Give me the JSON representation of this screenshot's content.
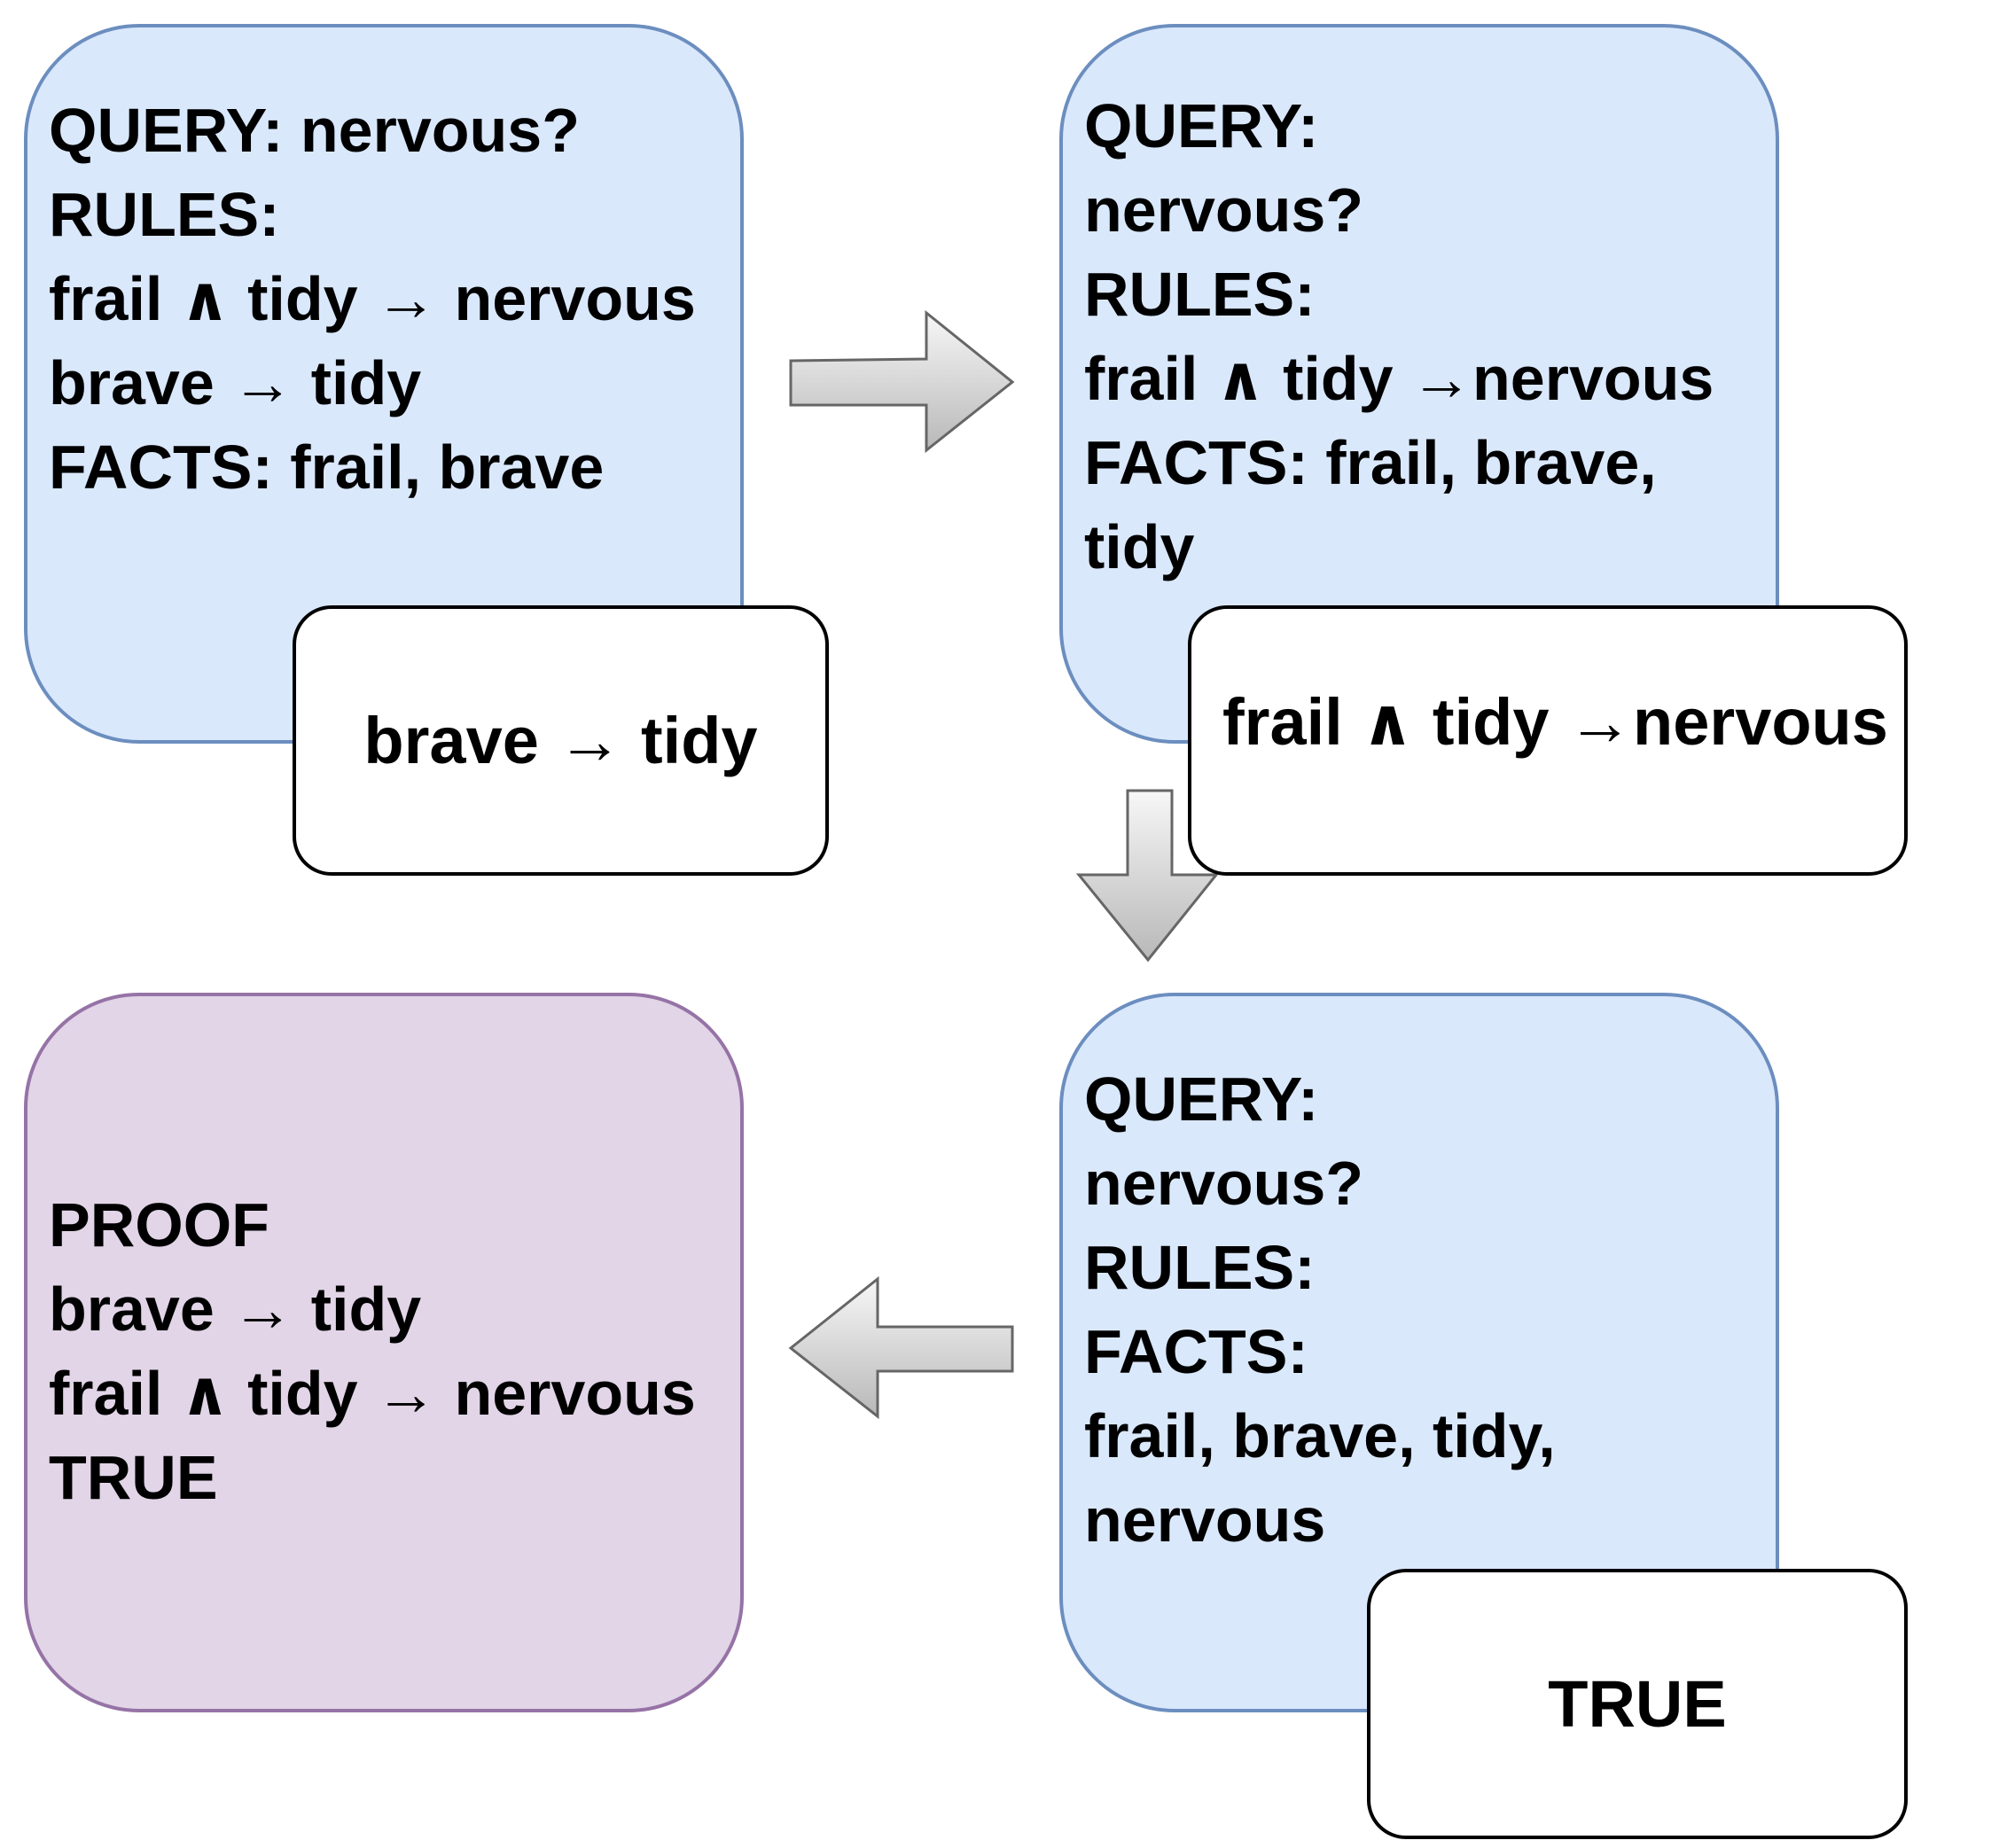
{
  "state1": {
    "lines": [
      "QUERY: nervous?",
      "RULES:",
      "frail ∧ tidy → nervous",
      "brave → tidy",
      "FACTS: frail, brave"
    ]
  },
  "step1": {
    "label": "brave → tidy"
  },
  "state2": {
    "lines": [
      "QUERY:",
      "nervous?",
      "RULES:",
      "frail ∧ tidy →nervous",
      "FACTS: frail, brave,",
      "tidy"
    ]
  },
  "step2": {
    "label": "frail ∧ tidy →nervous"
  },
  "state3": {
    "lines": [
      "QUERY:",
      "nervous?",
      "RULES:",
      "FACTS:",
      "frail, brave, tidy,",
      "nervous"
    ]
  },
  "step3": {
    "label": "TRUE"
  },
  "proof": {
    "lines": [
      "PROOF",
      "brave → tidy",
      "frail ∧ tidy → nervous",
      "TRUE"
    ]
  },
  "colors": {
    "state_fill": "#dae8fc",
    "state_border": "#6c8ebf",
    "proof_fill": "#e1d5e7",
    "proof_border": "#9673a6",
    "arrow_fill_light": "#f5f5f5",
    "arrow_fill_dark": "#bdbdbd",
    "arrow_border": "#666666"
  }
}
